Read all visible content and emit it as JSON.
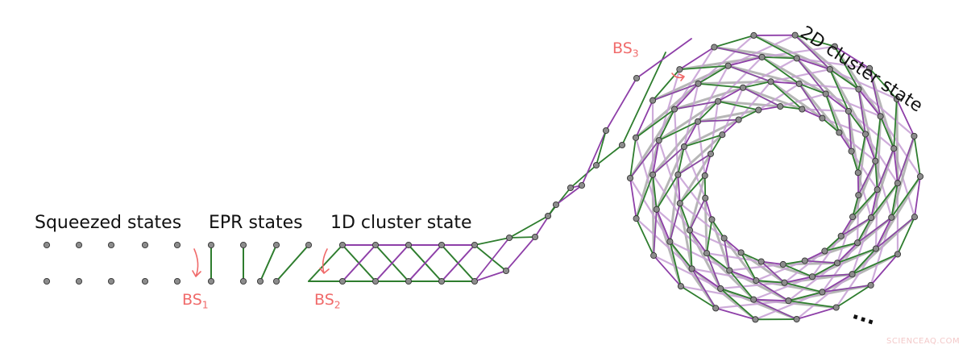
{
  "labels": {
    "squeezed": "Squeezed states",
    "epr": "EPR states",
    "cluster1d": "1D cluster state",
    "cluster2d": "2D cluster state"
  },
  "beam_splitters": [
    {
      "base": "BS",
      "sub": "1"
    },
    {
      "base": "BS",
      "sub": "2"
    },
    {
      "base": "BS",
      "sub": "3"
    }
  ],
  "continuation": "...",
  "watermark": "SCIENCEAQ.COM",
  "colors": {
    "green": "#2e7d2e",
    "purple": "#8e3fa8",
    "light_green": "#7fbf7f",
    "light_purple": "#c9a3d6",
    "gray": "#a9a9a9",
    "node": "#8c8c8c",
    "arrow": "#f06a6a"
  }
}
